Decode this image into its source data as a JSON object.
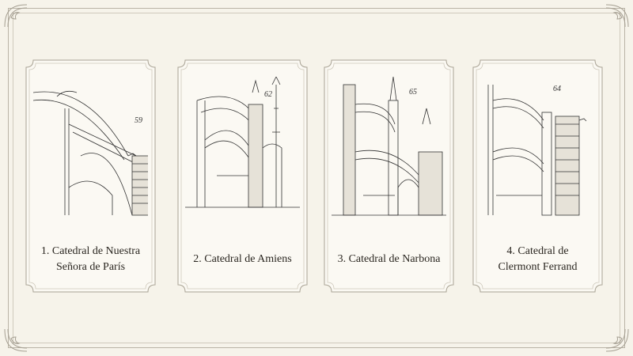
{
  "cards": [
    {
      "caption_line1": "1. Catedral de Nuestra",
      "caption_line2": "Señora de París",
      "plate_number": "59"
    },
    {
      "caption_line1": "2. Catedral de Amiens",
      "caption_line2": "",
      "plate_number": "62"
    },
    {
      "caption_line1": "3. Catedral de Narbona",
      "caption_line2": "",
      "plate_number": "65"
    },
    {
      "caption_line1": "4. Catedral de",
      "caption_line2": "Clermont Ferrand",
      "plate_number": "64"
    }
  ],
  "colors": {
    "background": "#f6f3ea",
    "border": "#b9b3a6",
    "ink": "#2a2620"
  },
  "icons": [
    "corner-ornament-icon"
  ]
}
